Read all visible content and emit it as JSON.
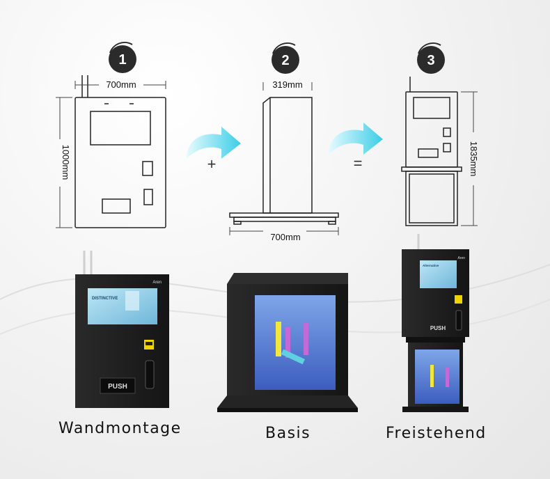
{
  "steps": [
    {
      "number": "1",
      "label": "Wandmontage",
      "width": "700mm",
      "height": "1000mm"
    },
    {
      "number": "2",
      "label": "Basis",
      "depth": "319mm",
      "width": "700mm"
    },
    {
      "number": "3",
      "label": "Freistehend",
      "height": "1835mm"
    }
  ],
  "operators": {
    "plus": "+",
    "equals": "="
  },
  "screen": {
    "brand": "Aren",
    "push_label": "PUSH",
    "ad_text": "DISTINCTIVE",
    "ad_sub": "Alternative"
  },
  "colors": {
    "arrow": "#4fd1e8",
    "badge": "#2b2b2b",
    "machine": "#1e1e1e"
  }
}
